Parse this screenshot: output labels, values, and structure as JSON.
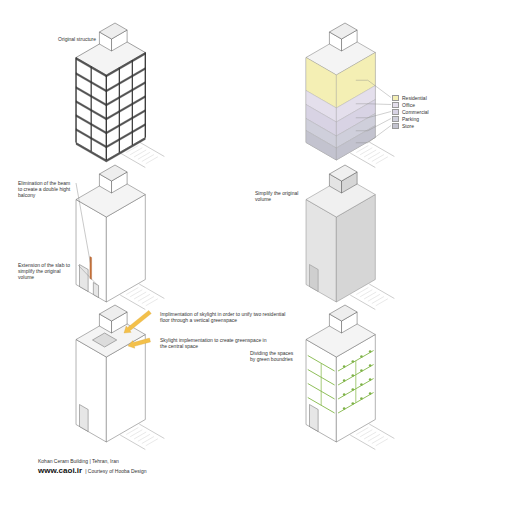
{
  "diagram": {
    "labels": [
      "Original structure",
      "Elimination of the beam to create a double hight balcony",
      "Extension of the slab to simplify the original volume",
      "Simplify the original volume",
      "Implimentation of skylight in order to unify two residential floor through a vertical greenspace",
      "Skylight implementation to create greenspace in the central space",
      "Dividing the spaces by green boundries",
      "Kohan Ceram Building | Tehran, Iran",
      "www.caoi.ir",
      "| Courtesy of Hooba Design"
    ],
    "legend": [
      {
        "text": "Residential",
        "color": "#f4efb4"
      },
      {
        "text": "Office",
        "color": "#e4dfec"
      },
      {
        "text": "Commercial",
        "color": "#d8d3e4"
      },
      {
        "text": "Parking",
        "color": "#cfcfdb"
      },
      {
        "text": "Store",
        "color": "#c3c3cf"
      }
    ]
  }
}
